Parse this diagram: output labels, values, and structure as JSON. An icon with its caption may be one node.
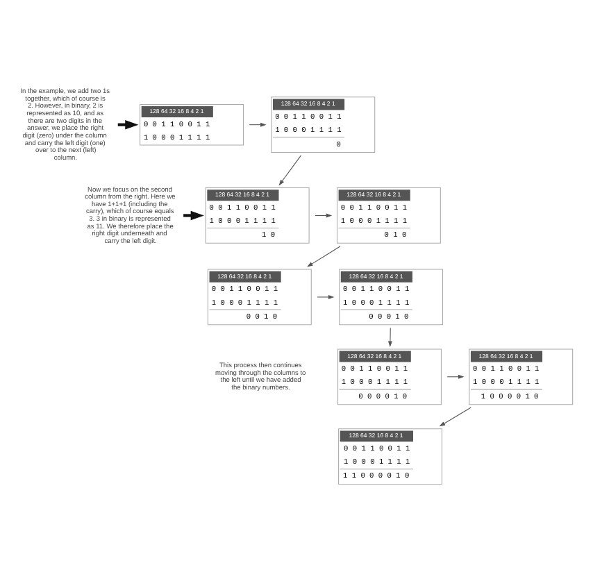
{
  "diagram": {
    "nodes": [
      {
        "text": [
          "In the example, we add two 1s together, which of course is 2. However, in binary, 2 is represented as 10, and as there are two digits in the answer, we place the right digit (zero) under the column and carry the left digit (one) over to the next (left) column."
        ]
      },
      {
        "text": [
          "128 64 32 16 8 4 2 1",
          "0 0 1 1 0 0 1 1",
          "1 0 0 0 1 1 1 1"
        ]
      },
      {
        "text": [
          "128 64 32 16 8 4 2 1",
          "0 0 1 1 0 0 1 1",
          "1 0 0 0 1 1 1 1",
          "0"
        ]
      },
      {
        "text": [
          "Now we focus on the second column from the right. Here we have 1+1+1 (including the carry), which of course equals 3. 3 in binary is represented as 11. We therefore place the right digit underneath and carry the left digit."
        ]
      },
      {
        "text": [
          "128 64 32 16 8 4 2 1",
          "0 0 1 1 0 0 1 1",
          "1 0 0 0 1 1 1 1",
          "1 0"
        ]
      },
      {
        "text": [
          "128 64 32 16 8 4 2 1",
          "0 0 1 1 0 0 1 1",
          "1 0 0 0 1 1 1 1",
          "0 1 0"
        ]
      },
      {
        "text": [
          "128 64 32 16 8 4 2 1",
          "0 0 1 1 0 0 1 1",
          "1 0 0 0 1 1 1 1",
          "0 0 1 0"
        ]
      },
      {
        "text": [
          "128 64 32 16 8 4 2 1",
          "0 0 1 1 0 0 1 1",
          "1 0 0 0 1 1 1 1",
          "0 0 0 1 0"
        ]
      },
      {
        "text": [
          "128 64 32 16 8 4 2 1",
          "0 0 1 1 0 0 1 1",
          "1 0 0 0 1 1 1 1",
          "0 0 0 0 1 0"
        ]
      },
      {
        "text": [
          "128 64 32 16 8 4 2 1",
          "0 0 1 1 0 0 1 1",
          "1 0 0 0 1 1 1 1",
          "1 0 0 0 0 1 0"
        ]
      },
      {
        "text": [
          "128 64 32 16 8 4 2 1",
          "0 0 1 1 0 0 1 1",
          "1 0 0 0 1 1 1 1",
          "1 1 0 0 0 0 1 0"
        ]
      }
    ],
    "edges": [
      {
        "from": 0,
        "to": 1,
        "arrow": "to",
        "style": "thick",
        "color": "#111111"
      },
      {
        "from": 1,
        "to": 2,
        "arrow": "to"
      },
      {
        "from": 2,
        "to": 4,
        "arrow": "to"
      },
      {
        "from": 3,
        "to": 4,
        "arrow": "to",
        "style": "thick",
        "color": "#111111"
      },
      {
        "from": 4,
        "to": 5,
        "arrow": "to"
      },
      {
        "from": 5,
        "to": 6,
        "arrow": "to"
      },
      {
        "from": 6,
        "to": 7,
        "arrow": "to"
      },
      {
        "from": 7,
        "to": 8,
        "arrow": "to"
      },
      {
        "from": 8,
        "to": 9,
        "arrow": "to"
      },
      {
        "from": 9,
        "to": 10,
        "arrow": "to"
      }
    ],
    "labels": [
      "This process then continues moving through the columns to the left until we have added the binary numbers."
    ]
  }
}
